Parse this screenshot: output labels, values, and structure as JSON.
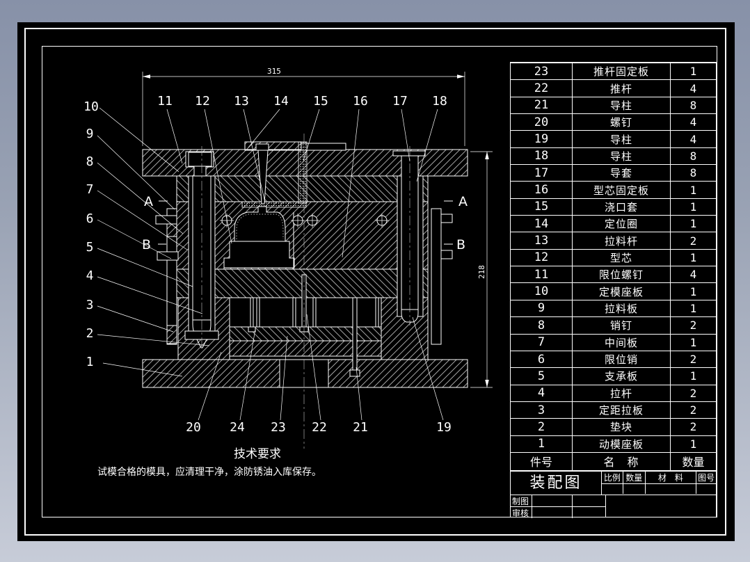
{
  "drawing": {
    "dims": {
      "width": "315",
      "height": "218"
    },
    "sections": {
      "a": "A",
      "b": "B"
    },
    "callouts_top": [
      "11",
      "12",
      "13",
      "14",
      "15",
      "16",
      "17",
      "18"
    ],
    "callouts_left": [
      "10",
      "9",
      "8",
      "7",
      "6",
      "5",
      "4",
      "3",
      "2",
      "1"
    ],
    "callouts_bottom": [
      "20",
      "24",
      "23",
      "22",
      "21",
      "19"
    ],
    "tech_title": "技术要求",
    "tech_note": "试模合格的模具，应清理干净，涂防锈油入库保存。"
  },
  "bom": {
    "headers": {
      "no": "件号",
      "name": "名　称",
      "qty": "数量"
    },
    "rows": [
      {
        "no": "23",
        "name": "推杆固定板",
        "qty": "1"
      },
      {
        "no": "22",
        "name": "推杆",
        "qty": "4"
      },
      {
        "no": "21",
        "name": "导柱",
        "qty": "8"
      },
      {
        "no": "20",
        "name": "螺钉",
        "qty": "4"
      },
      {
        "no": "19",
        "name": "导柱",
        "qty": "4"
      },
      {
        "no": "18",
        "name": "导柱",
        "qty": "8"
      },
      {
        "no": "17",
        "name": "导套",
        "qty": "8"
      },
      {
        "no": "16",
        "name": "型芯固定板",
        "qty": "1"
      },
      {
        "no": "15",
        "name": "浇口套",
        "qty": "1"
      },
      {
        "no": "14",
        "name": "定位圈",
        "qty": "1"
      },
      {
        "no": "13",
        "name": "拉料杆",
        "qty": "2"
      },
      {
        "no": "12",
        "name": "型芯",
        "qty": "1"
      },
      {
        "no": "11",
        "name": "限位螺钉",
        "qty": "4"
      },
      {
        "no": "10",
        "name": "定模座板",
        "qty": "1"
      },
      {
        "no": "9",
        "name": "拉料板",
        "qty": "1"
      },
      {
        "no": "8",
        "name": "销钉",
        "qty": "2"
      },
      {
        "no": "7",
        "name": "中间板",
        "qty": "1"
      },
      {
        "no": "6",
        "name": "限位销",
        "qty": "2"
      },
      {
        "no": "5",
        "name": "支承板",
        "qty": "1"
      },
      {
        "no": "4",
        "name": "拉杆",
        "qty": "2"
      },
      {
        "no": "3",
        "name": "定距拉板",
        "qty": "2"
      },
      {
        "no": "2",
        "name": "垫块",
        "qty": "2"
      },
      {
        "no": "1",
        "name": "动模座板",
        "qty": "1"
      }
    ]
  },
  "titleblock": {
    "title": "装配图",
    "scale_label": "比例",
    "qty_label": "数量",
    "material_label": "材　料",
    "drawno_label": "图号",
    "drafter_label": "制图",
    "checker_label": "审核"
  },
  "colors": {
    "paper": "#000000",
    "lines": "#ffffff",
    "desktop_top": "#8791a8",
    "desktop_bottom": "#c7ccd8"
  }
}
